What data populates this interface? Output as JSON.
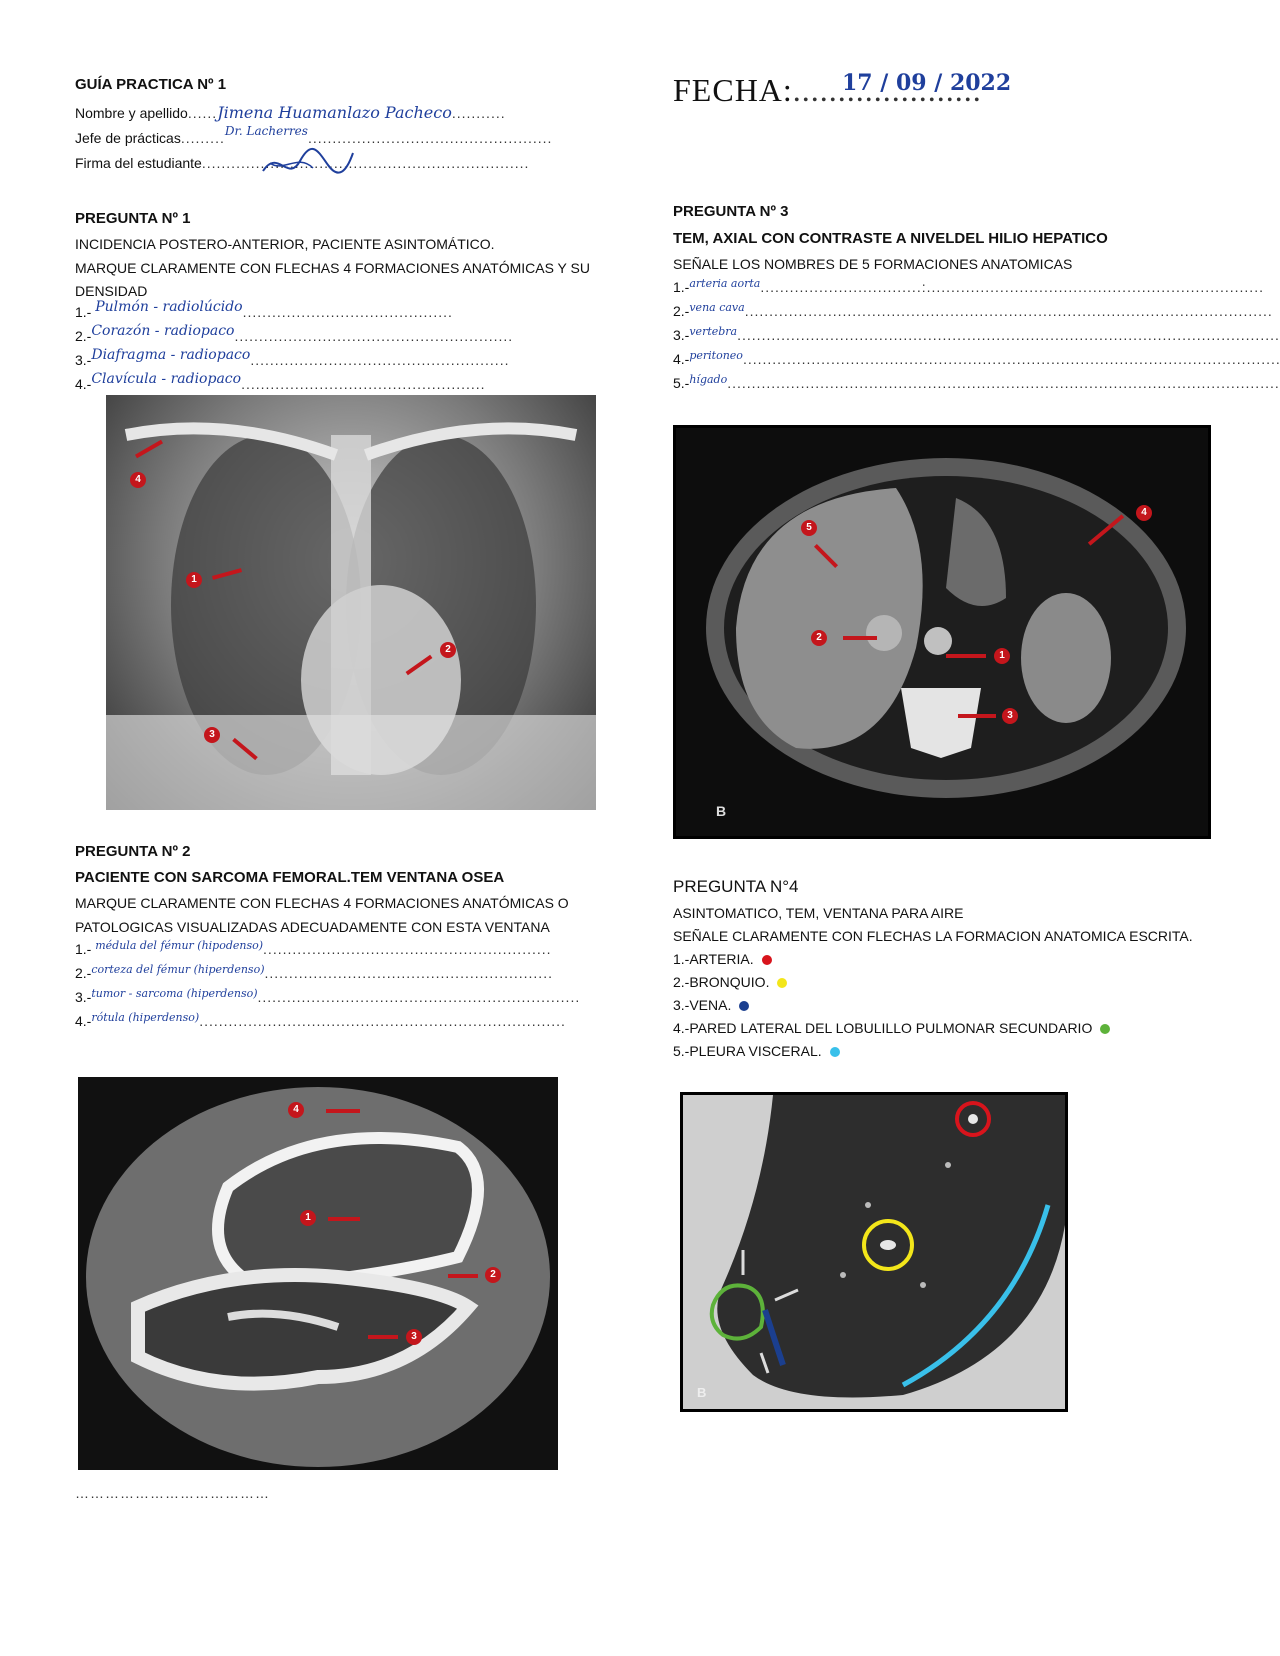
{
  "header": {
    "guide_title": "GUÍA PRACTICA Nº 1",
    "name_label": "Nombre y apellido",
    "name_value": "Jimena Huamanlazo Pacheco",
    "chief_label": "Jefe de prácticas",
    "chief_value": "Dr. Lacherres",
    "signature_label": "Firma del estudiante",
    "date_label": "FECHA:",
    "date_value": "17 / 09 / 2022"
  },
  "q1": {
    "title": "PREGUNTA Nº 1",
    "instruction_1": "INCIDENCIA POSTERO-ANTERIOR, PACIENTE ASINTOMÁTICO.",
    "instruction_2": "MARQUE CLARAMENTE CON  FLECHAS 4  FORMACIONES ANATÓMICAS Y SU",
    "instruction_3": "DENSIDAD",
    "items": [
      {
        "num": "1.-",
        "answer": "Pulmón - radiolúcido"
      },
      {
        "num": "2.-",
        "answer": "Corazón - radiopaco"
      },
      {
        "num": "3.-",
        "answer": "Diafragma - radiopaco"
      },
      {
        "num": "4.-",
        "answer": "Clavícula - radiopaco"
      }
    ]
  },
  "q2": {
    "title": "PREGUNTA Nº 2",
    "subtitle": "PACIENTE CON SARCOMA FEMORAL.TEM VENTANA OSEA",
    "instruction_1": "MARQUE CLARAMENTE CON  FLECHAS 4  FORMACIONES ANATÓMICAS O",
    "instruction_2": "PATOLOGICAS VISUALIZADAS ADECUADAMENTE CON ESTA VENTANA",
    "items": [
      {
        "num": "1.-",
        "answer": "médula del fémur   (hipodenso)"
      },
      {
        "num": "2.-",
        "answer": "corteza del fémur   (hiperdenso)"
      },
      {
        "num": "3.-",
        "answer": "tumor - sarcoma   (hiperdenso)"
      },
      {
        "num": "4.-",
        "answer": "rótula   (hiperdenso)"
      }
    ],
    "footer_dots": "…………………………………"
  },
  "q3": {
    "title": "PREGUNTA Nº 3",
    "subtitle": "TEM, AXIAL CON CONTRASTE A NIVELDEL HILIO HEPATICO",
    "instruction": "SEÑALE LOS NOMBRES DE 5 FORMACIONES ANATOMICAS",
    "items": [
      {
        "num": "1.-",
        "answer": "arteria aorta"
      },
      {
        "num": "2.-",
        "answer": "vena cava"
      },
      {
        "num": "3.-",
        "answer": "vertebra"
      },
      {
        "num": "4.-",
        "answer": "peritoneo"
      },
      {
        "num": "5.-",
        "answer": "hígado"
      }
    ],
    "image_letter": "B"
  },
  "q4": {
    "title": "PREGUNTA N°4",
    "instruction_1": "ASINTOMATICO, TEM, VENTANA PARA AIRE",
    "instruction_2": "SEÑALE CLARAMENTE  CON FLECHAS LA FORMACION ANATOMICA ESCRITA.",
    "items": [
      {
        "label": "1.-ARTERIA.",
        "color": "#d8141c"
      },
      {
        "label": "2.-BRONQUIO.",
        "color": "#f3e61a"
      },
      {
        "label": "3.-VENA.",
        "color": "#1b3f8f"
      },
      {
        "label": "4.-PARED LATERAL DEL LOBULILLO PULMONAR SECUNDARIO",
        "color": "#5db23a"
      },
      {
        "label": "5.-PLEURA VISCERAL.",
        "color": "#39c0ea"
      }
    ],
    "image_letter": "B"
  },
  "markers": [
    "1",
    "2",
    "3",
    "4",
    "5"
  ]
}
